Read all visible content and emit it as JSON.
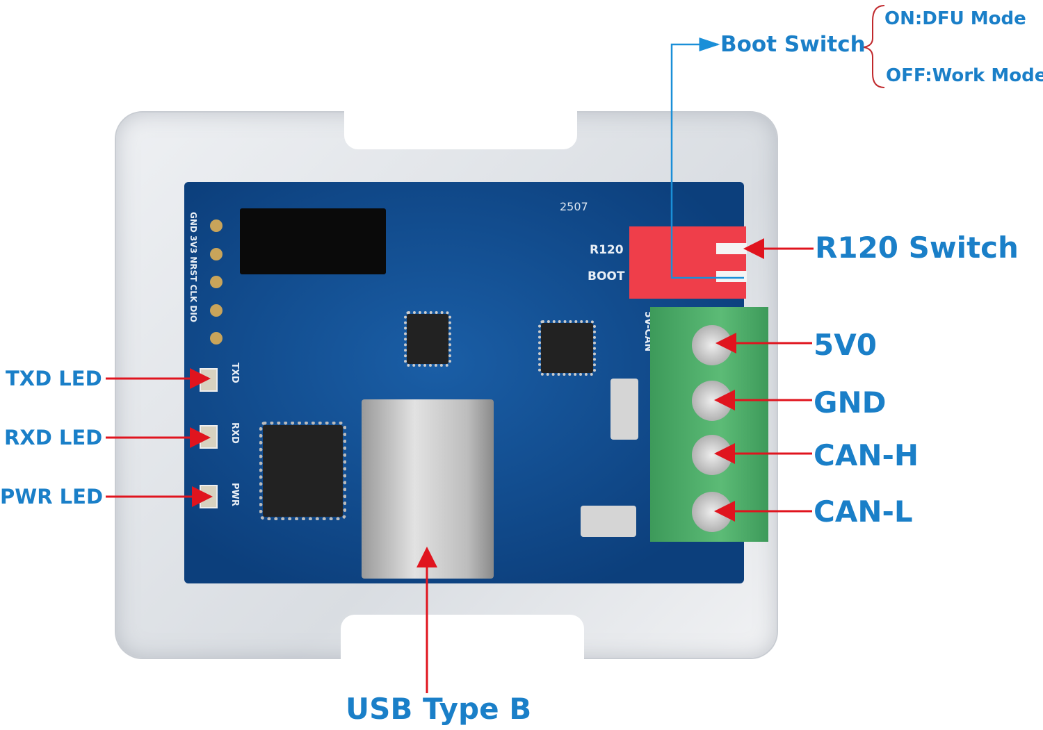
{
  "labels": {
    "boot_switch": "Boot Switch",
    "boot_on": "ON:DFU Mode",
    "boot_off": "OFF:Work Mode",
    "r120_switch": "R120 Switch",
    "v5": "5V0",
    "gnd": "GND",
    "can_h": "CAN-H",
    "can_l": "CAN-L",
    "txd_led": "TXD LED",
    "rxd_led": "RXD LED",
    "pwr_led": "PWR LED",
    "usb": "USB Type B"
  },
  "pcb_silkscreen": {
    "header_pins": "GND 3V3 NRST CLK DIO",
    "r120": "R120",
    "boot": "BOOT",
    "five_v_can": "5V-CAN",
    "txd": "TXD",
    "rxd": "RXD",
    "pwr": "PWR",
    "date_code": "2507"
  },
  "colors": {
    "label": "#1a7fc8",
    "arrow": "#e0141e",
    "boot_line": "#1a8fd8",
    "brace": "#c0282c",
    "pcb": "#0d4a8a",
    "terminal": "#4fae6a",
    "switch": "#ef3e4a"
  }
}
